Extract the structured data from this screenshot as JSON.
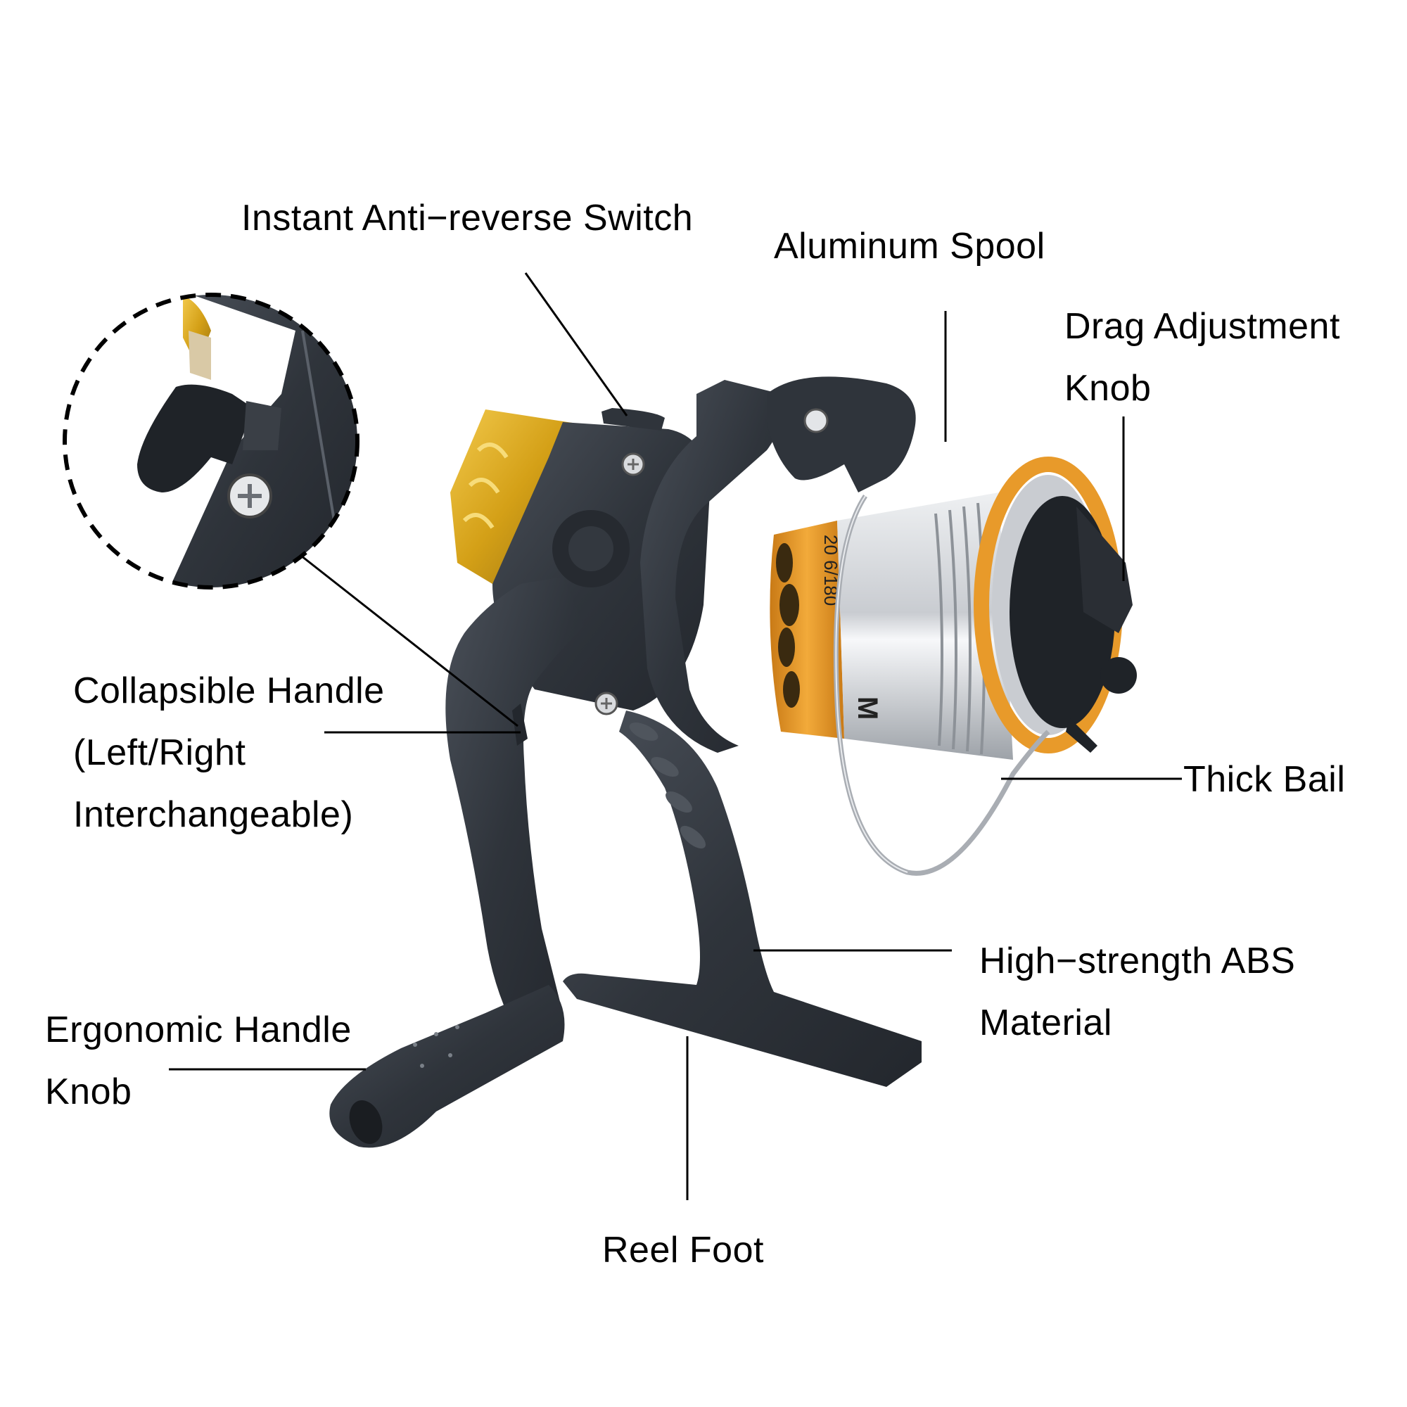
{
  "diagram": {
    "subject": "Spinning fishing reel",
    "background": "#ffffff",
    "colors": {
      "body": "#2f343b",
      "body_highlight": "#4a5059",
      "gold": "#d4a017",
      "gold_light": "#f2c94c",
      "spool_orange": "#e89a2a",
      "silver": "#c9ccd1",
      "silver_light": "#eef0f2",
      "leader_line": "#000000"
    },
    "spool_engraving": "20 6/180",
    "spool_logo": "M",
    "callouts": [
      {
        "id": "anti-reverse",
        "lines": [
          "Instant Anti−reverse Switch"
        ]
      },
      {
        "id": "aluminum-spool",
        "lines": [
          "Aluminum Spool"
        ]
      },
      {
        "id": "drag-knob",
        "lines": [
          "Drag Adjustment",
          "Knob"
        ]
      },
      {
        "id": "collapsible-handle",
        "lines": [
          "Collapsible Handle",
          "(Left/Right",
          "Interchangeable)"
        ]
      },
      {
        "id": "thick-bail",
        "lines": [
          "Thick Bail"
        ]
      },
      {
        "id": "abs-material",
        "lines": [
          "High−strength ABS",
          "Material"
        ]
      },
      {
        "id": "handle-knob",
        "lines": [
          "Ergonomic Handle",
          "Knob"
        ]
      },
      {
        "id": "reel-foot",
        "lines": [
          "Reel Foot"
        ]
      }
    ],
    "inset": {
      "description": "Close-up of collapsible handle hinge",
      "border": "dashed"
    }
  }
}
